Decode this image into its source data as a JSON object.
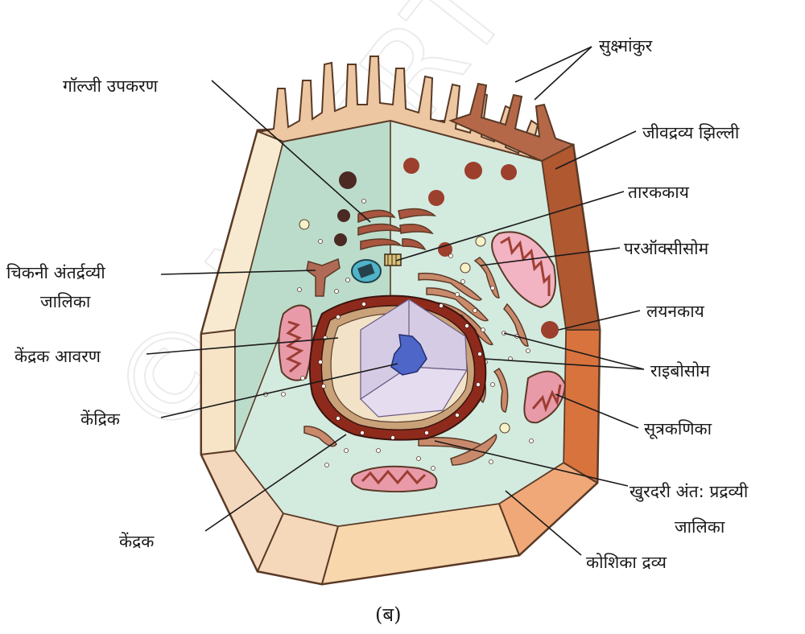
{
  "watermark": "© NCERT not to be republished",
  "caption": "(ब)",
  "labels": {
    "microvilli": "सुक्ष्मांकुर",
    "golgi": "गॉल्जी उपकरण",
    "plasma_membrane": "जीवद्रव्य झिल्ली",
    "centrosome": "तारककाय",
    "peroxisome": "परऑक्सीसोम",
    "ser_line1": "चिकनी अंतर्द्रव्यी",
    "ser_line2": "जालिका",
    "lysosome": "लयनकाय",
    "nuclear_envelope": "केंद्रक आवरण",
    "ribosome": "राइबोसोम",
    "nucleolus": "केंद्रिक",
    "mitochondria": "सूत्रकणिका",
    "rer_line1": "खुरदरी अंत: प्रद्रव्यी",
    "rer_line2": "जालिका",
    "nucleus": "केंद्रक",
    "cytoplasm": "कोशिका द्रव्य"
  },
  "colors": {
    "cytoplasm": "#cfe6d9",
    "membrane": "#a5532f",
    "organelle": "#8a3b2a",
    "nucleus_interior": "#d8cde6",
    "outer_wall": "#f7dcc0"
  }
}
